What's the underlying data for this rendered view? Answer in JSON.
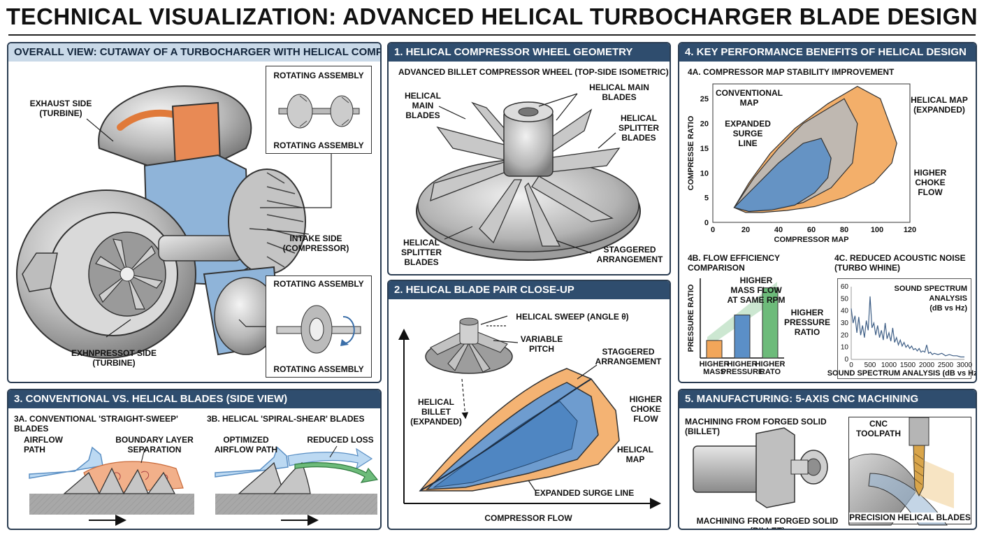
{
  "title": "TECHNICAL VISUALIZATION: ADVANCED HELICAL TURBOCHARGER BLADE DESIGN",
  "overall": {
    "header": "OVERALL VIEW: CUTAWAY OF A TURBOCHARGER WITH HELICAL COMPRESSOR",
    "exhaust_label": "EXHAUST SIDE\n(TURBINE)",
    "intake_label": "INTAKE SIDE\n(COMPRESSOR)",
    "bottom_label": "EXHNPRESSOT SIDE\n(TURBINE)",
    "inset1_title": "ROTATING ASSEMBLY",
    "inset1_caption": "ROTATING ASSEMBLY",
    "inset2_title": "ROTATING ASSEMBLY",
    "inset2_caption": "ROTATING ASSEMBLY"
  },
  "geometry": {
    "header": "1. HELICAL COMPRESSOR WHEEL GEOMETRY",
    "subtitle": "ADVANCED BILLET COMPRESSOR WHEEL (TOP-SIDE ISOMETRIC)",
    "main_blades_left": "HELICAL\nMAIN\nBLADES",
    "main_blades_right": "HELICAL MAIN\nBLADES",
    "splitter_right": "HELICAL\nSPLITTER\nBLADES",
    "splitter_left": "HELICAL\nSPLITTER\nBLADES",
    "staggered": "STAGGERED\nARRANGEMENT"
  },
  "closeup": {
    "header": "2. HELICAL BLADE PAIR CLOSE-UP",
    "sweep": "HELICAL SWEEP (ANGLE θ)",
    "pitch": "VARIABLE\nPITCH",
    "staggered": "STAGGERED\nARRANGEMENT",
    "billet": "HELICAL\nBILLET\n(EXPANDED)",
    "choke": "HIGHER\nCHOKE\nFLOW",
    "map": "HELICAL\nMAP",
    "surge": "EXPANDED SURGE LINE",
    "xlabel": "COMPRESSOR FLOW"
  },
  "conventional": {
    "header": "3. CONVENTIONAL VS. HELICAL BLADES (SIDE VIEW)",
    "a_title": "3A. CONVENTIONAL 'STRAIGHT-SWEEP' BLADES",
    "b_title": "3B. HELICAL 'SPIRAL-SHEAR' BLADES",
    "airflow": "AIRFLOW\nPATH",
    "boundary": "BOUNDARY LAYER\nSEPARATION",
    "optimized": "OPTIMIZED\nAIRFLOW PATH",
    "reduced": "REDUCED LOSS"
  },
  "benefits": {
    "header": "4. KEY PERFORMANCE BENEFITS OF HELICAL DESIGN",
    "a_title": "4A. COMPRESSOR MAP STABILITY IMPROVEMENT",
    "conventional_map": "CONVENTIONAL\nMAP",
    "helical_map": "HELICAL MAP\n(EXPANDED)",
    "surge": "EXPANDED\nSURGE\nLINE",
    "choke": "HIGHER\nCHOKE\nFLOW",
    "b_title": "4B. FLOW EFFICIENCY COMPARISON",
    "b_mass_flow": "HIGHER\nMASS FLOW\nAT SAME RPM",
    "b_pressure": "HIGHER\nPRESSURE\nRATIO",
    "c_title": "4C. REDUCED ACOUSTIC NOISE\n(TURBO WHINE)",
    "c_legend": "SOUND SPECTRUM\nANALYSIS\n(dB vs Hz)"
  },
  "manufacturing": {
    "header": "5. MANUFACTURING: 5-AXIS CNC MACHINING",
    "title": "MACHINING FROM FORGED SOLID (BILLET)",
    "caption": "MACHINING FROM FORGED SOLID (BILLET)",
    "toolpath": "CNC TOOLPATH",
    "precision": "PRECISION HELICAL BLADES"
  },
  "chart_data": [
    {
      "type": "area",
      "xlabel": "COMPRESSOR MAP",
      "ylabel": "COMPRESSE RATIO",
      "xlim": [
        0,
        120
      ],
      "ylim": [
        0,
        28
      ],
      "xticks": [
        0,
        20,
        40,
        60,
        80,
        100,
        120
      ],
      "yticks": [
        0,
        5,
        10,
        15,
        20,
        25
      ],
      "series": [
        {
          "name": "HELICAL MAP\n(EXPANDED)",
          "color": "#f2a65a",
          "x": [
            13,
            22,
            35,
            50,
            70,
            88,
            102,
            112,
            109,
            98,
            80,
            62,
            45,
            30,
            20,
            13
          ],
          "y": [
            3,
            8,
            14,
            19,
            24,
            27.5,
            25,
            16,
            12,
            8,
            5,
            3.2,
            2.4,
            2,
            2,
            3
          ]
        },
        {
          "name": "CONVENTIONAL\nMAP",
          "color": "#b9b9b9",
          "x": [
            13,
            25,
            40,
            55,
            70,
            80,
            88,
            85,
            72,
            55,
            38,
            22,
            13
          ],
          "y": [
            3,
            9,
            15,
            20,
            23,
            25,
            20,
            12,
            7,
            4,
            2.8,
            2.2,
            3
          ]
        },
        {
          "name": "",
          "color": "#5b8fc7",
          "x": [
            13,
            25,
            40,
            55,
            66,
            72,
            70,
            62,
            50,
            36,
            22,
            13
          ],
          "y": [
            3,
            7,
            12,
            16,
            17,
            13,
            9,
            6,
            3.5,
            2.5,
            2.2,
            3
          ]
        }
      ]
    },
    {
      "type": "bar",
      "ylabel": "PRESSURE RATIO",
      "categories": [
        "HIGHER\nMASS",
        "HIGHER\nPRESSURE",
        "HIGHER\nRATO"
      ],
      "values": [
        1.1,
        2.7,
        4.4
      ],
      "colors": [
        "#f2a65a",
        "#5b8fc7",
        "#6dbb7a"
      ],
      "ylim": [
        0,
        5
      ]
    },
    {
      "type": "line",
      "xlim": [
        0,
        3000
      ],
      "ylim": [
        0,
        60
      ],
      "xlabel": "SOUND SPECTRUM ANALYSIS (dB vs Hz)",
      "xticks": [
        0,
        500,
        1000,
        1500,
        2000,
        2500,
        3000
      ],
      "yticks": [
        0,
        10,
        20,
        30,
        40,
        50,
        60
      ],
      "series": [
        {
          "name": "",
          "color": "#3f5f86",
          "x": [
            0,
            50,
            100,
            150,
            200,
            250,
            300,
            350,
            400,
            450,
            500,
            550,
            600,
            650,
            700,
            750,
            800,
            850,
            900,
            950,
            1000,
            1050,
            1100,
            1150,
            1200,
            1250,
            1300,
            1350,
            1400,
            1450,
            1500,
            1550,
            1600,
            1650,
            1700,
            1750,
            1800,
            1850,
            1900,
            1950,
            2000,
            2050,
            2100,
            2150,
            2200,
            2300,
            2400,
            2500,
            2600,
            2700,
            2800,
            2900,
            3000
          ],
          "y": [
            42,
            30,
            36,
            22,
            35,
            20,
            28,
            18,
            32,
            24,
            52,
            26,
            30,
            20,
            28,
            18,
            24,
            16,
            30,
            17,
            22,
            15,
            26,
            14,
            18,
            12,
            16,
            11,
            14,
            10,
            12,
            9,
            11,
            8,
            9,
            7,
            9,
            6,
            7,
            6,
            12,
            5,
            6,
            4,
            5,
            4,
            5,
            3,
            4,
            3,
            3,
            2,
            2
          ]
        }
      ]
    }
  ]
}
